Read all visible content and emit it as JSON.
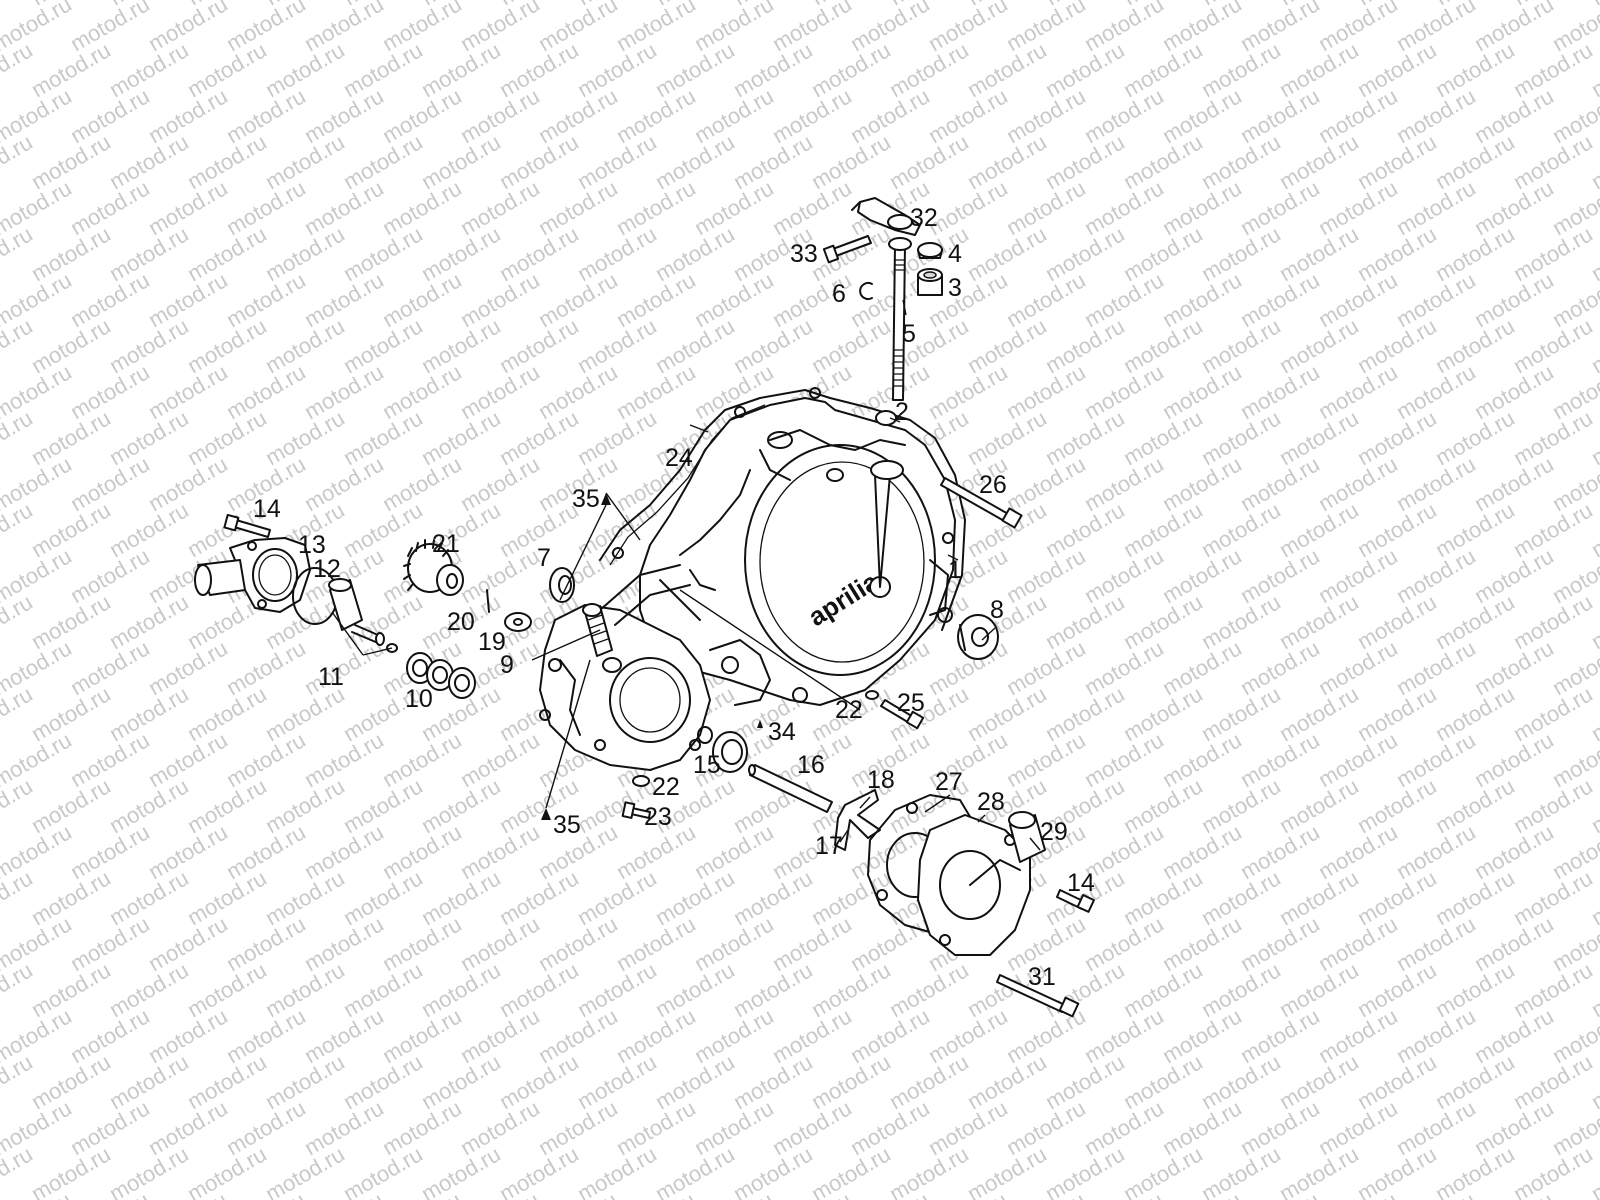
{
  "watermark": {
    "text": "motod.ru"
  },
  "logo": {
    "text": "aprilia"
  },
  "parts": [
    {
      "id": "1",
      "label": "1"
    },
    {
      "id": "2",
      "label": "2"
    },
    {
      "id": "3",
      "label": "3"
    },
    {
      "id": "4",
      "label": "4"
    },
    {
      "id": "5",
      "label": "5"
    },
    {
      "id": "6",
      "label": "6"
    },
    {
      "id": "7",
      "label": "7"
    },
    {
      "id": "8",
      "label": "8"
    },
    {
      "id": "9",
      "label": "9"
    },
    {
      "id": "10",
      "label": "10"
    },
    {
      "id": "11",
      "label": "11"
    },
    {
      "id": "12",
      "label": "12"
    },
    {
      "id": "13",
      "label": "13"
    },
    {
      "id": "14a",
      "label": "14"
    },
    {
      "id": "14b",
      "label": "14"
    },
    {
      "id": "15",
      "label": "15"
    },
    {
      "id": "16",
      "label": "16"
    },
    {
      "id": "17",
      "label": "17"
    },
    {
      "id": "18",
      "label": "18"
    },
    {
      "id": "19",
      "label": "19"
    },
    {
      "id": "20",
      "label": "20"
    },
    {
      "id": "21",
      "label": "21"
    },
    {
      "id": "22a",
      "label": "22"
    },
    {
      "id": "22b",
      "label": "22"
    },
    {
      "id": "23",
      "label": "23"
    },
    {
      "id": "24",
      "label": "24"
    },
    {
      "id": "25",
      "label": "25"
    },
    {
      "id": "26",
      "label": "26"
    },
    {
      "id": "27",
      "label": "27"
    },
    {
      "id": "28",
      "label": "28"
    },
    {
      "id": "29",
      "label": "29"
    },
    {
      "id": "31",
      "label": "31"
    },
    {
      "id": "32",
      "label": "32"
    },
    {
      "id": "33",
      "label": "33"
    },
    {
      "id": "34",
      "label": "34"
    },
    {
      "id": "35a",
      "label": "35"
    },
    {
      "id": "35b",
      "label": "35"
    }
  ]
}
